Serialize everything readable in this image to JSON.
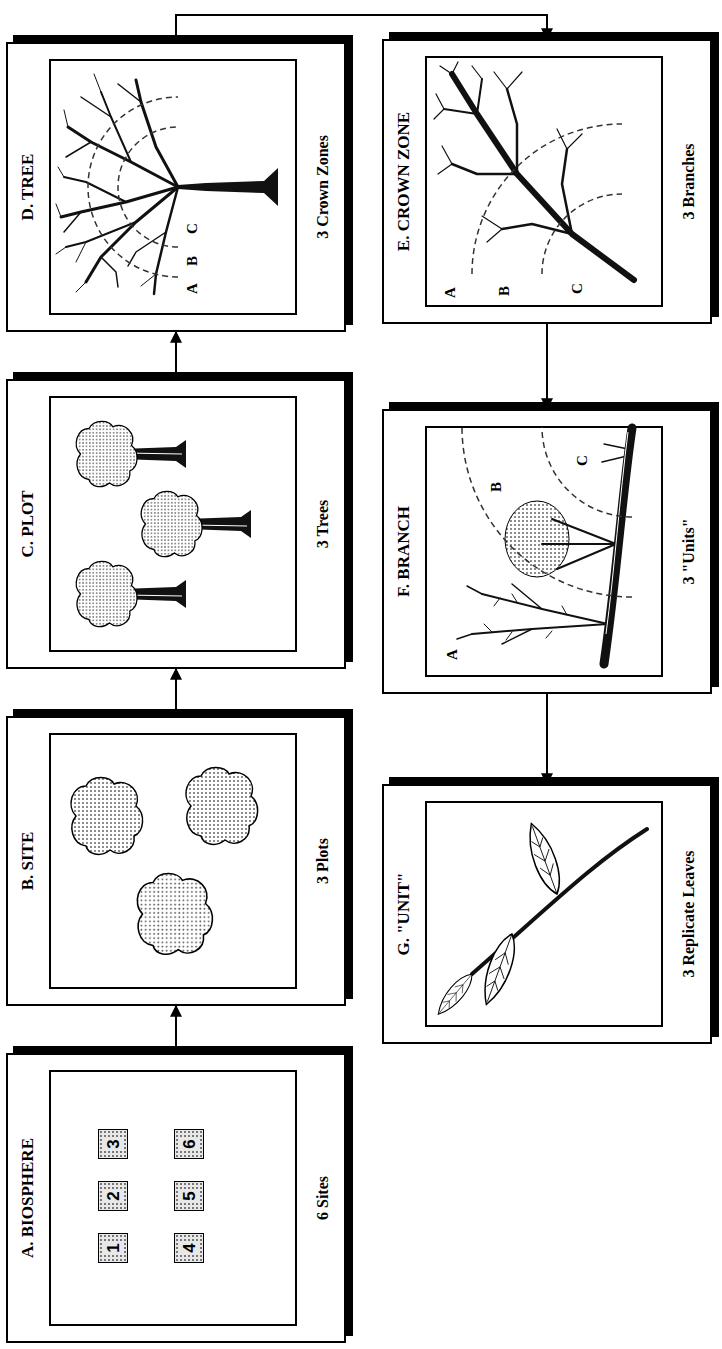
{
  "diagram": {
    "nodes": [
      {
        "text": [
          "A. BIOSPHERE",
          "6 Sites"
        ]
      },
      {
        "text": [
          "1"
        ],
        "in": 0
      },
      {
        "text": [
          "2"
        ],
        "in": 0
      },
      {
        "text": [
          "3"
        ],
        "in": 0
      },
      {
        "text": [
          "4"
        ],
        "in": 0
      },
      {
        "text": [
          "5"
        ],
        "in": 0
      },
      {
        "text": [
          "6"
        ],
        "in": 0
      },
      {
        "text": [
          "B. SITE",
          "3 Plots"
        ]
      },
      {
        "text": [
          "C. PLOT",
          "3 Trees"
        ]
      },
      {
        "text": [
          "D. TREE",
          "3 Crown Zones"
        ]
      },
      {
        "text": [
          "E. CROWN ZONE",
          "3 Branches"
        ]
      },
      {
        "text": [
          "F. BRANCH",
          "3 \"Units\""
        ]
      },
      {
        "text": [
          "G. \"UNIT\"",
          "3 Replicate Leaves"
        ]
      }
    ],
    "edges": [
      {
        "from": 0,
        "to": 7,
        "arrow": "to"
      },
      {
        "from": 7,
        "to": 8,
        "arrow": "to"
      },
      {
        "from": 8,
        "to": 9,
        "arrow": "to"
      },
      {
        "from": 9,
        "to": 10,
        "arrow": "to"
      },
      {
        "from": 10,
        "to": 11,
        "arrow": "to"
      },
      {
        "from": 11,
        "to": 12,
        "arrow": "to"
      }
    ],
    "labels": [
      "A",
      "B",
      "C",
      "A",
      "B",
      "C",
      "A",
      "B",
      "C"
    ]
  }
}
